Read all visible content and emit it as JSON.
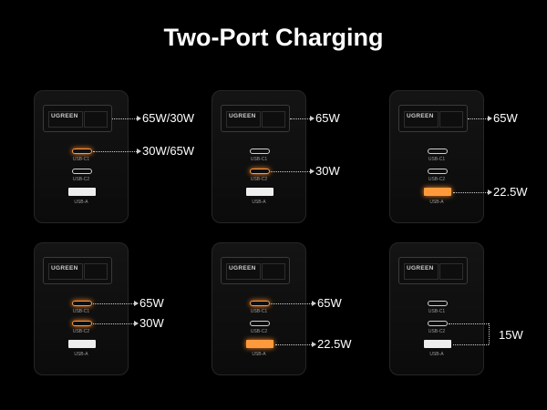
{
  "title": "Two-Port Charging",
  "brand": "UGREEN",
  "port_labels": {
    "c1": "USB-C1",
    "c2": "USB-C2",
    "a": "USB-A"
  },
  "colors": {
    "active_port": "#ff9a3c",
    "background": "#000000",
    "text": "#ffffff"
  },
  "configs": [
    {
      "active": [
        "c1"
      ],
      "watts": {
        "plug": "65W/30W",
        "c1": "30W/65W"
      }
    },
    {
      "active": [
        "c2"
      ],
      "watts": {
        "plug": "65W",
        "c2": "30W"
      }
    },
    {
      "active": [
        "a"
      ],
      "watts": {
        "plug": "65W",
        "a": "22.5W"
      }
    },
    {
      "active": [
        "c1",
        "c2"
      ],
      "watts": {
        "c1": "65W",
        "c2": "30W"
      }
    },
    {
      "active": [
        "c1",
        "a"
      ],
      "watts": {
        "c1": "65W",
        "a": "22.5W"
      }
    },
    {
      "active": [
        "c2",
        "a"
      ],
      "watts": {
        "c2a": "15W"
      }
    }
  ]
}
